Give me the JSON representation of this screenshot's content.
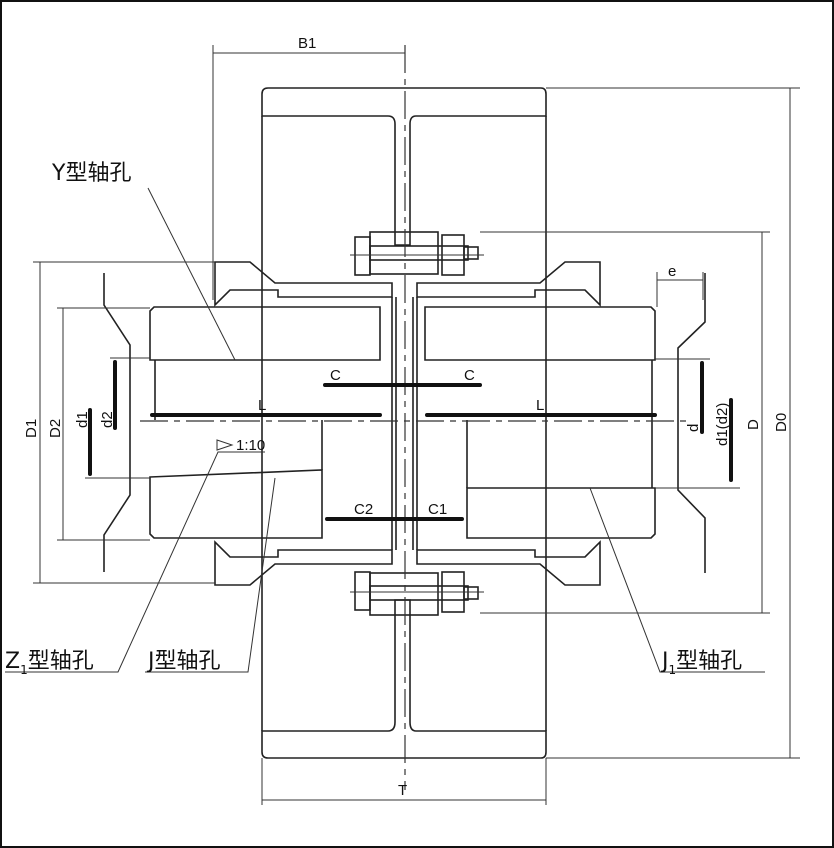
{
  "callouts": {
    "y_bore": "Y型轴孔",
    "z1_bore": "Z型轴孔",
    "z1_sub": "1",
    "j_bore": "J型轴孔",
    "j1_bore": "J型轴孔",
    "j1_sub": "1",
    "taper": "1:10"
  },
  "dimensions": {
    "B1": "B1",
    "T": "T",
    "D1": "D1",
    "D2": "D2",
    "d1_left": "d1",
    "d2_left": "d2",
    "d_right": "d",
    "d1d2_right": "d1(d2)",
    "D": "D",
    "D0": "D0",
    "e": "e",
    "L_left": "L",
    "L_right": "L",
    "C_left": "C",
    "C_right": "C",
    "C2": "C2",
    "C1": "C1"
  }
}
